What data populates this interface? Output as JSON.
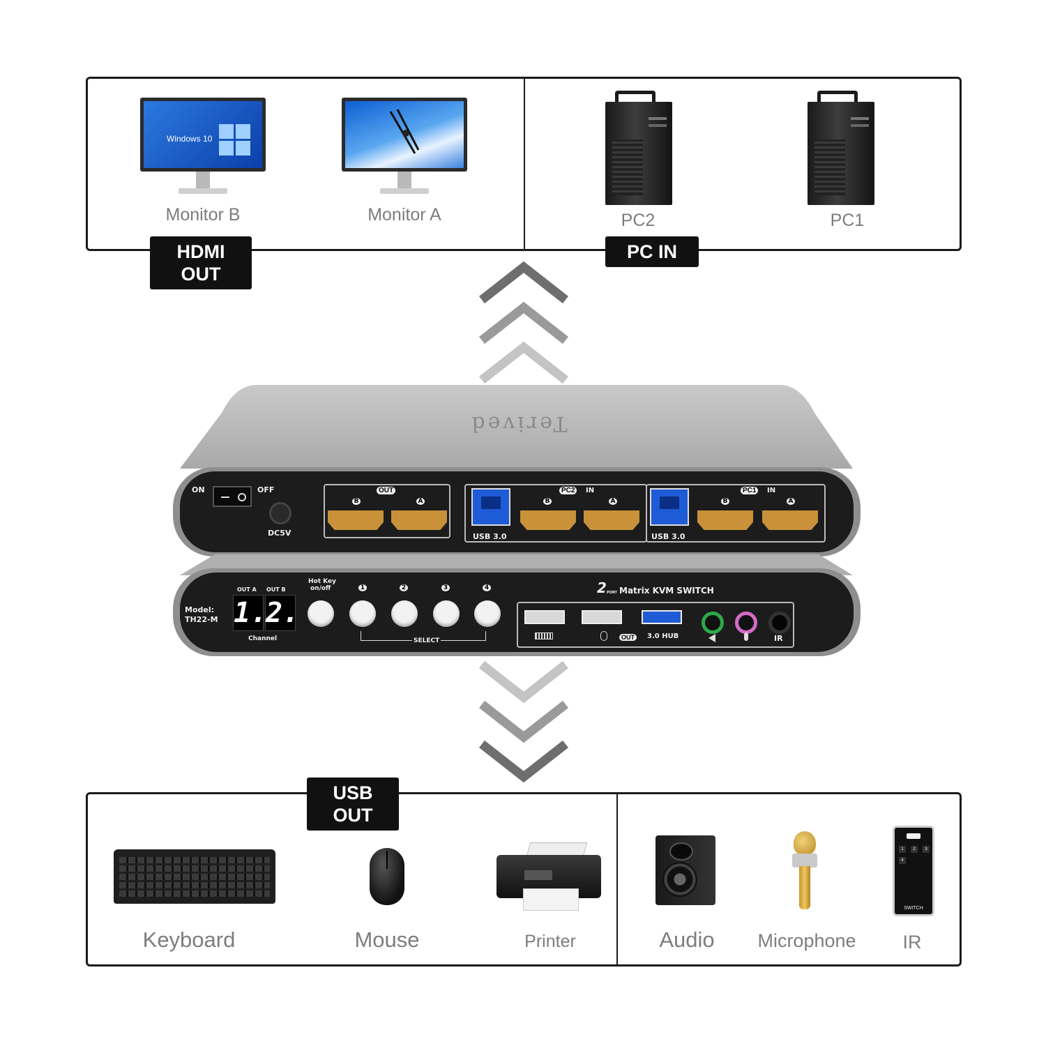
{
  "top_panel": {
    "hdmi_out_tag": "HDMI OUT",
    "pc_in_tag": "PC IN",
    "monitor_b_label": "Monitor B",
    "monitor_a_label": "Monitor A",
    "monitor_b_screen_text": "Windows 10",
    "pc2_label": "PC2",
    "pc1_label": "PC1"
  },
  "device": {
    "brand": "Terived",
    "rear": {
      "on": "ON",
      "off": "OFF",
      "dc": "DC5V",
      "out_group": "OUT",
      "pc2_group": "PC2",
      "pc1_group": "PC1",
      "in_suffix": "IN",
      "port_b": "B",
      "port_a": "A",
      "usb_label": "USB 3.0"
    },
    "front": {
      "model_label": "Model:",
      "model_value": "TH22-M",
      "out_a": "OUT A",
      "out_b": "OUT B",
      "digit_1": "1.",
      "digit_2": "2.",
      "channel": "Channel",
      "hotkey_line1": "Hot Key",
      "hotkey_line2": "on/off",
      "select_nums": [
        "1",
        "2",
        "3",
        "4"
      ],
      "select_label": "SELECT",
      "title_num": "2",
      "title_sub": "PORT",
      "title": "Matrix KVM SWITCH",
      "out_badge": "OUT",
      "hub_label": "3.0 HUB",
      "ir_label": "IR"
    }
  },
  "bottom_panel": {
    "usb_out_tag": "USB OUT",
    "keyboard_label": "Keyboard",
    "mouse_label": "Mouse",
    "printer_label": "Printer",
    "audio_label": "Audio",
    "microphone_label": "Microphone",
    "ir_label": "IR",
    "remote_switch": "SWITCH",
    "remote_keys": [
      "1",
      "2",
      "3",
      "4"
    ]
  },
  "colors": {
    "frame": "#1a1a1a",
    "label_gray": "#7d7d7d",
    "hdmi_gold": "#c8913a",
    "usb_blue": "#1e5bd6",
    "audio_green": "#2ea84a",
    "mic_pink": "#d46ac6",
    "arrow_gray": [
      "#6e6e6e",
      "#9a9a9a",
      "#c4c4c4"
    ]
  }
}
